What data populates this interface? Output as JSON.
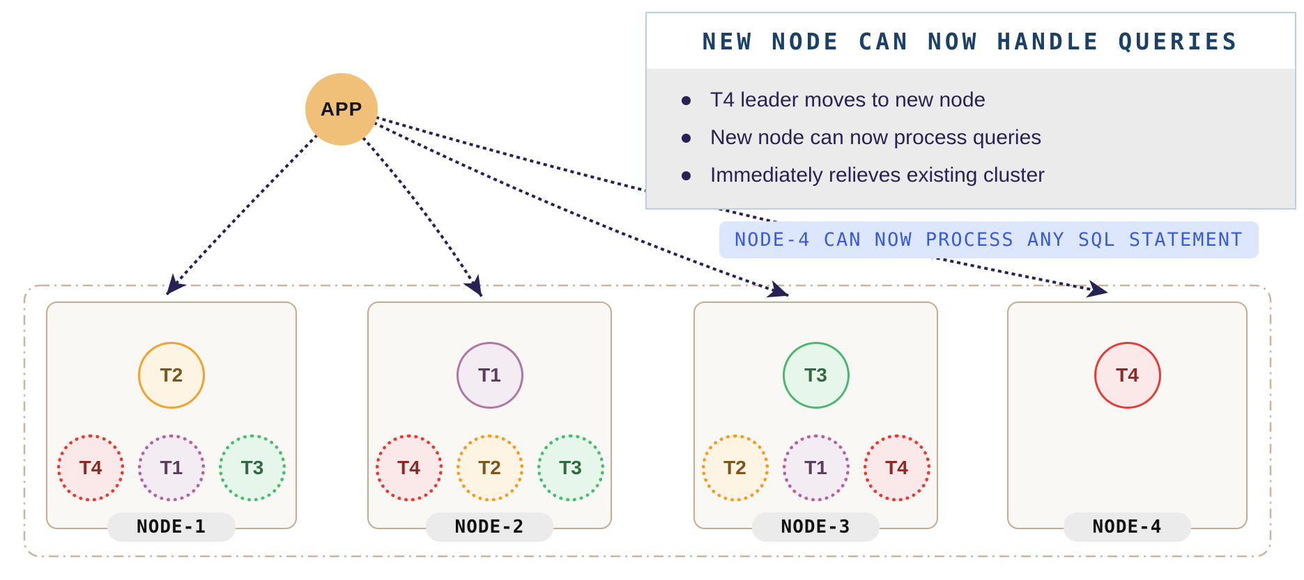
{
  "app": {
    "label": "APP"
  },
  "callout": {
    "title": "NEW NODE CAN NOW HANDLE QUERIES",
    "bullets": [
      "T4 leader moves to new node",
      "New node can now process queries",
      "Immediately relieves existing cluster"
    ]
  },
  "banner": {
    "text": "NODE-4 CAN NOW PROCESS ANY SQL STATEMENT"
  },
  "cluster": {
    "nodes": [
      {
        "name": "NODE-1",
        "leader": "T2",
        "followers": [
          "T4",
          "T1",
          "T3"
        ]
      },
      {
        "name": "NODE-2",
        "leader": "T1",
        "followers": [
          "T4",
          "T2",
          "T3"
        ]
      },
      {
        "name": "NODE-3",
        "leader": "T3",
        "followers": [
          "T2",
          "T1",
          "T4"
        ]
      },
      {
        "name": "NODE-4",
        "leader": "T4",
        "followers": []
      }
    ]
  },
  "colors": {
    "app_fill": "#f1c078",
    "arrow": "#272254",
    "callout_border": "#b9cfe7",
    "callout_title": "#1c4168",
    "callout_text": "#2a2253",
    "callout_body_bg": "#ebebeb",
    "banner_bg": "#dce7fd",
    "banner_text": "#3b5bd6",
    "node_bg": "#faf8f5",
    "node_border": "#c7ab91",
    "outer_border": "#ccb49c",
    "pill_bg": "#ebebeb",
    "tablets": {
      "T1": {
        "stroke": "#b175a5",
        "dot": "#b3639c",
        "fill": "#f3edf3",
        "text": "#5a3f5d"
      },
      "T2": {
        "stroke": "#f1a22c",
        "dot": "#f49b20",
        "fill": "#fdf4e4",
        "text": "#7d561b"
      },
      "T3": {
        "stroke": "#4db572",
        "dot": "#4cbb72",
        "fill": "#e7f6eb",
        "text": "#2f6a43"
      },
      "T4": {
        "stroke": "#e63c35",
        "dot": "#e8392f",
        "fill": "#fbe9e9",
        "text": "#8c2b26"
      }
    }
  }
}
